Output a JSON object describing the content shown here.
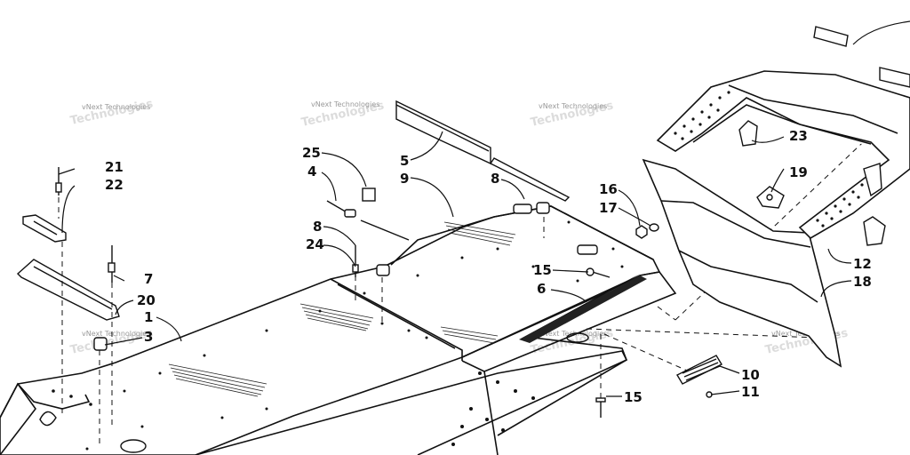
{
  "diagram": {
    "callouts": {
      "c1": "1",
      "c3": "3",
      "c4": "4",
      "c5": "5",
      "c6": "6",
      "c7": "7",
      "c8a": "8",
      "c8b": "8",
      "c9": "9",
      "c10": "10",
      "c11": "11",
      "c12": "12",
      "c15a": "15",
      "c15b": "15",
      "c16": "16",
      "c17": "17",
      "c18": "18",
      "c19": "19",
      "c20": "20",
      "c21": "21",
      "c22": "22",
      "c23": "23",
      "c24": "24",
      "c25": "25"
    },
    "watermark": "vNext Technologies",
    "watermark_shadow": "Technologies"
  }
}
